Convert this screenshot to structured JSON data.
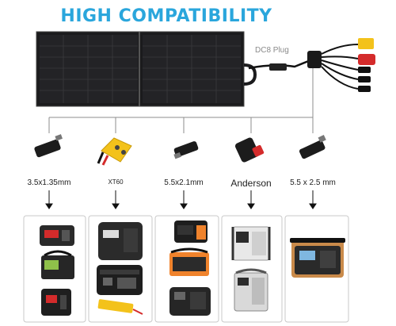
{
  "title": "HIGH COMPATIBILITY",
  "plug_label": "DC8 Plug",
  "connectors": [
    {
      "label": "3.5x1.35mm",
      "icon": "barrel-plug-small-icon"
    },
    {
      "label": "XT60",
      "icon": "xt60-plug-icon"
    },
    {
      "label": "5.5x2.1mm",
      "icon": "barrel-plug-medium-icon"
    },
    {
      "label": "Anderson",
      "icon": "anderson-plug-icon"
    },
    {
      "label": "5.5 x 2.5 mm",
      "icon": "barrel-plug-large-icon"
    }
  ],
  "colors": {
    "title": "#2aa6dc",
    "accent_orange": "#f0832c",
    "accent_red": "#d42b2b",
    "accent_yellow": "#f3c21b"
  }
}
